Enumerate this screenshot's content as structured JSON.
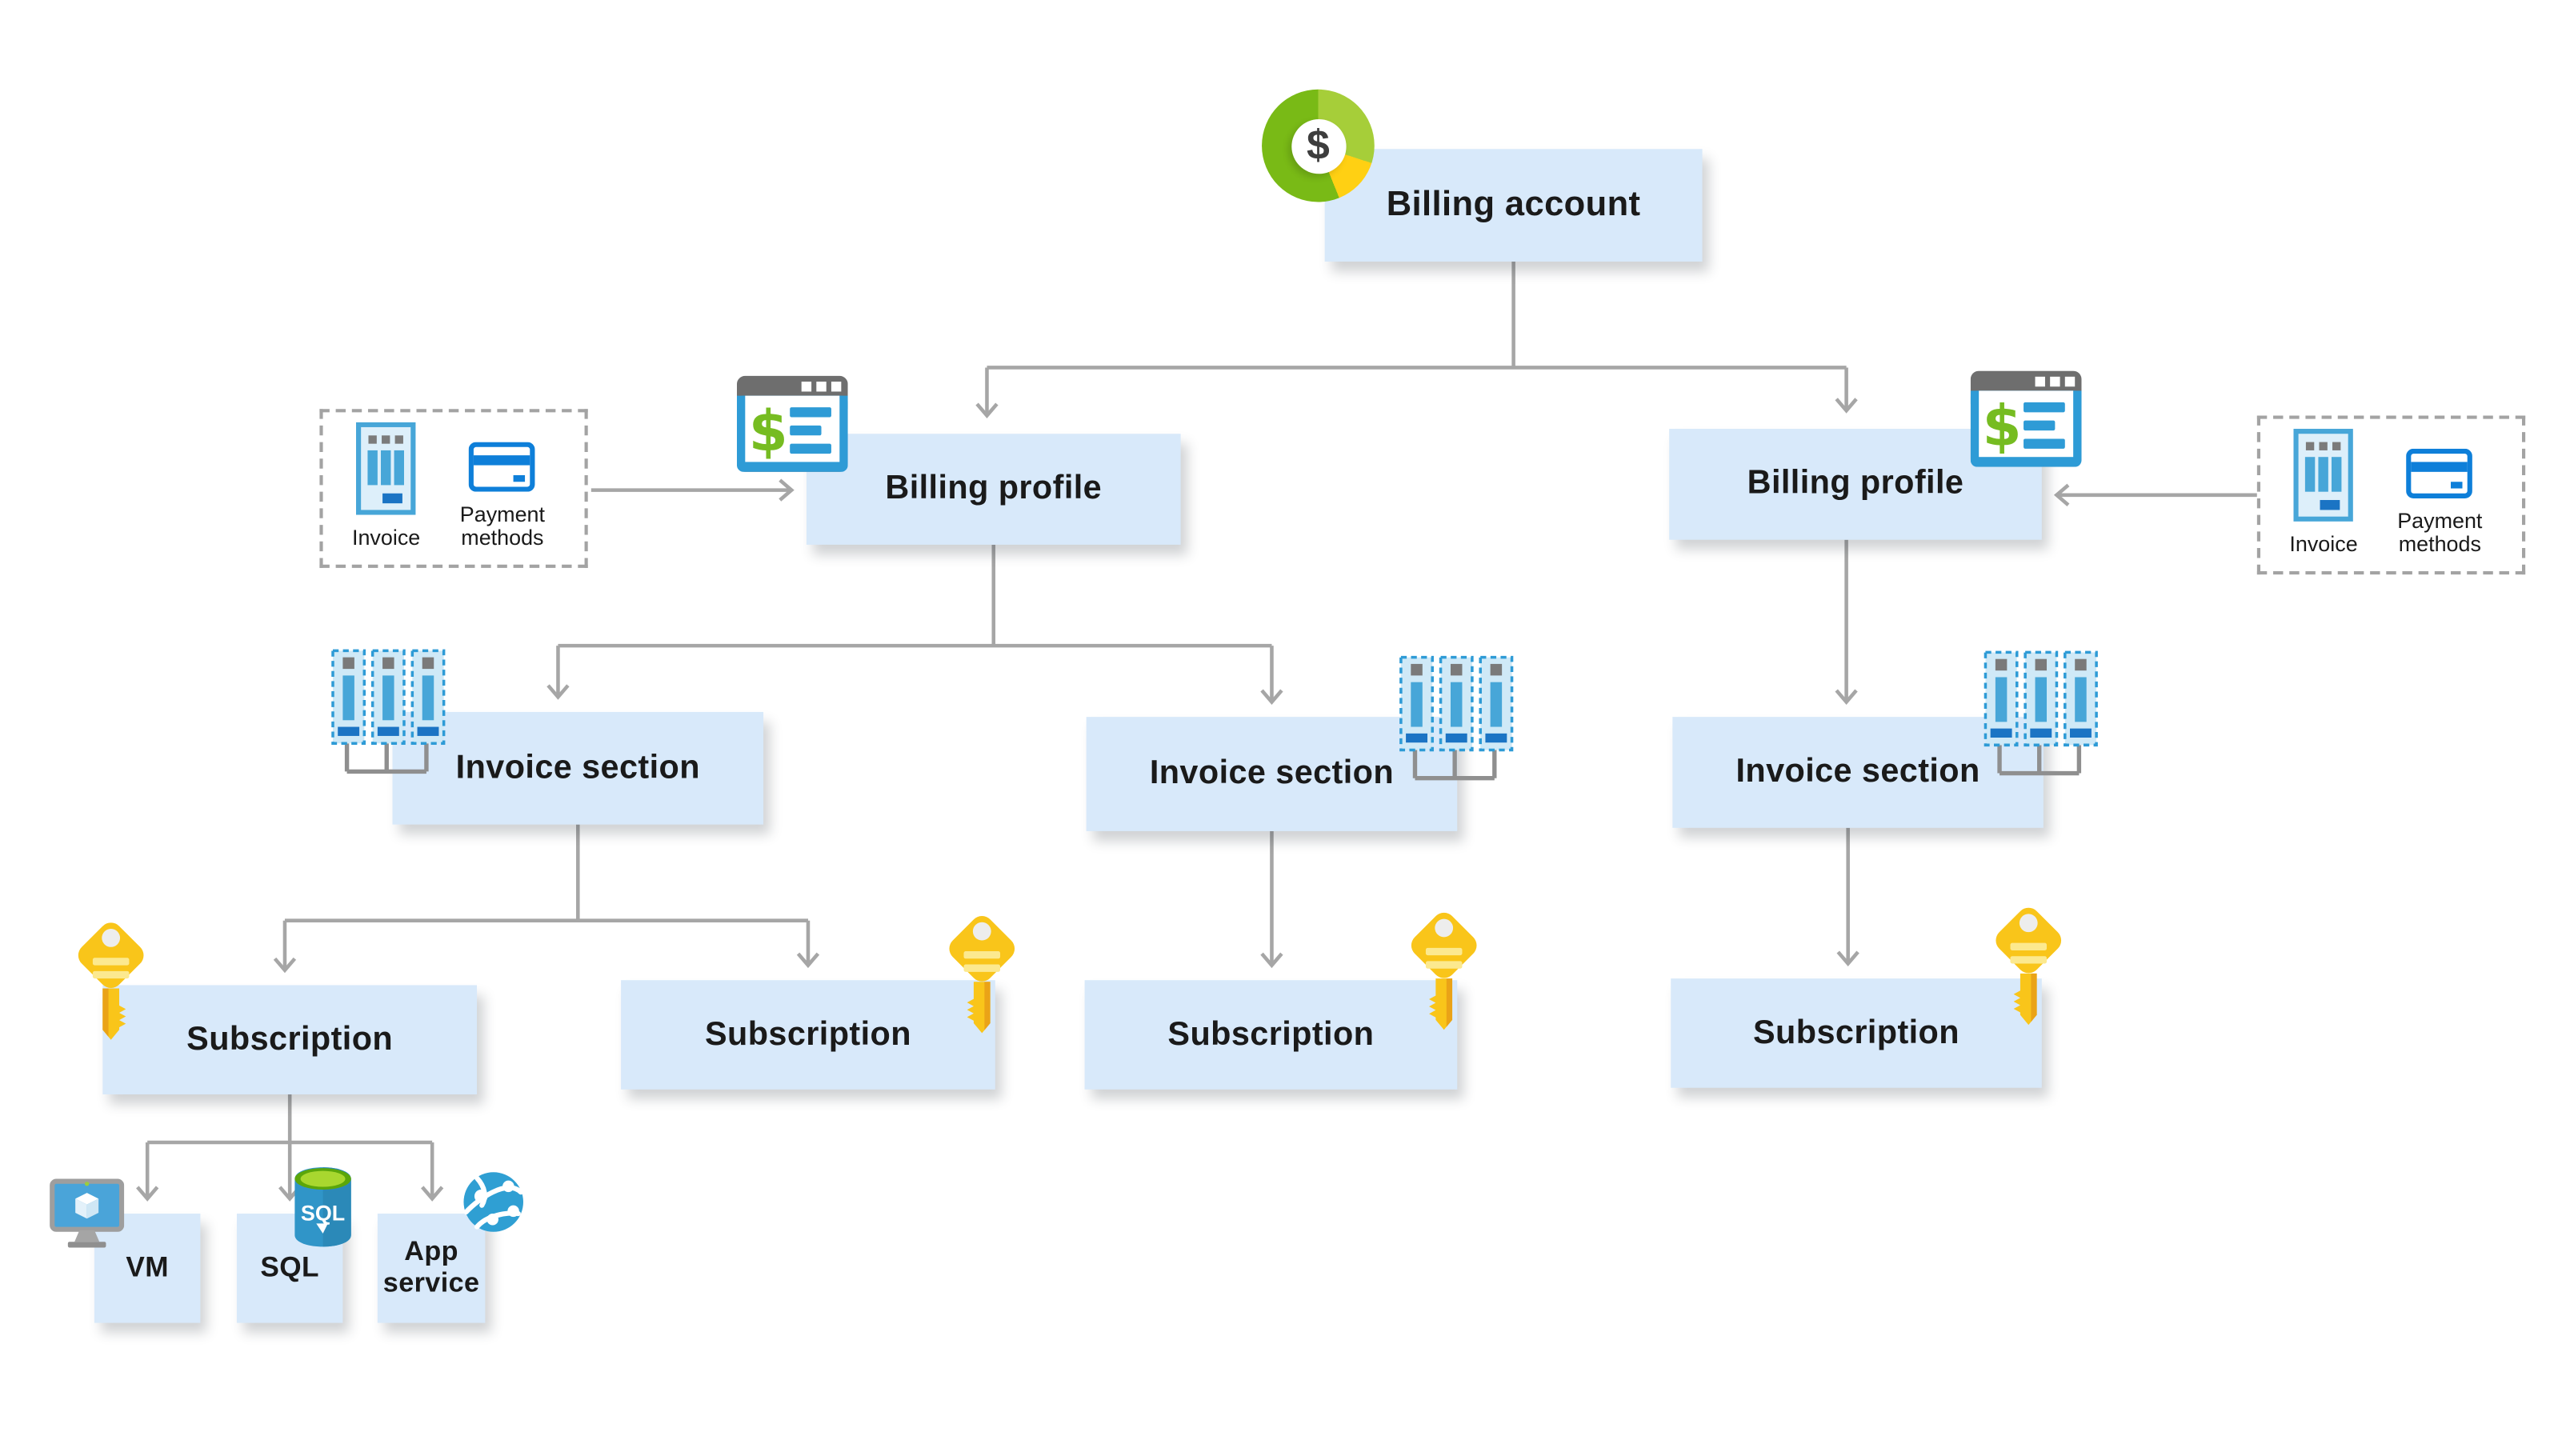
{
  "nodes": {
    "billing_account": {
      "label": "Billing account"
    },
    "billing_profiles": [
      {
        "label": "Billing profile"
      },
      {
        "label": "Billing profile"
      }
    ],
    "invoice_sections": [
      {
        "label": "Invoice section"
      },
      {
        "label": "Invoice section"
      },
      {
        "label": "Invoice section"
      }
    ],
    "subscriptions": [
      {
        "label": "Subscription"
      },
      {
        "label": "Subscription"
      },
      {
        "label": "Subscription"
      },
      {
        "label": "Subscription"
      }
    ],
    "resources": [
      {
        "label": "VM"
      },
      {
        "label": "SQL"
      },
      {
        "label": "App service"
      }
    ]
  },
  "legend": {
    "invoice_label": "Invoice",
    "payment_methods_label": "Payment methods"
  },
  "icon_text": {
    "donut_dollar": "$",
    "doc_dollar": "$",
    "sql_badge": "SQL"
  },
  "icons": [
    "billing-account-donut-dollar-icon",
    "billing-statement-icon",
    "invoice-bundle-icon",
    "invoice-icon",
    "payment-card-icon",
    "subscription-key-icon",
    "vm-monitor-icon",
    "sql-database-icon",
    "app-service-globe-icon"
  ],
  "colors": {
    "node_fill": "#d8e9fa",
    "connector": "#a6a6a6",
    "text": "#1a1a1a",
    "azure_blue": "#2e9bd6",
    "azure_blue_dark": "#1b74c4",
    "azure_blue_mid": "#47a6d8",
    "invoice_fill": "#ddeffa",
    "payment_blue": "#0e7fd9",
    "header_gray": "#6e6e6e",
    "donut_green": "#79ba16",
    "donut_green_light": "#a6ce39",
    "donut_yellow": "#ffd013",
    "dollar_green": "#76bc21",
    "key_yellow": "#f9c51a",
    "key_stripe": "#fce98f",
    "key_shaft_shade": "#eaa317",
    "sql_body": "#3095c8",
    "sql_top_rim": "#5ba60a",
    "sql_top": "#a8d72f",
    "globe_blue": "#2f9fd3",
    "monitor_screen": "#4aa4d9",
    "monitor_gray": "#9e9e9e"
  }
}
